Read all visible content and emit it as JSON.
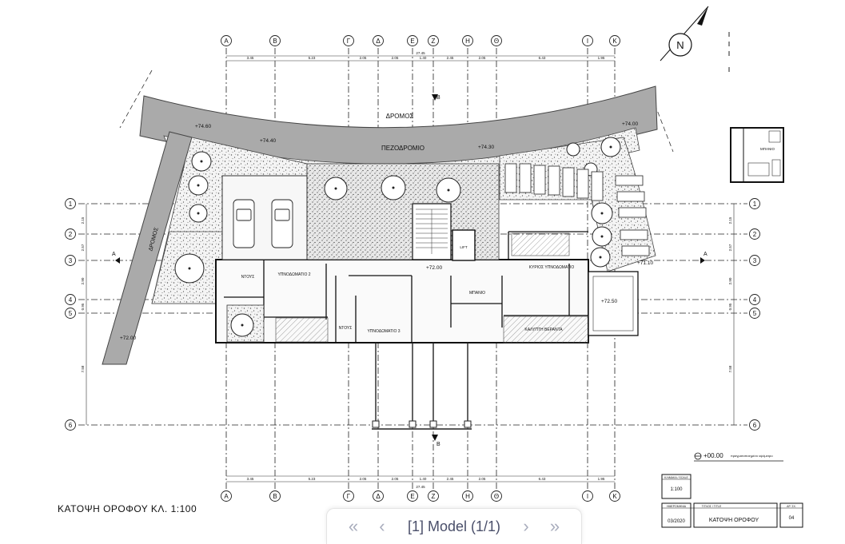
{
  "drawing": {
    "floor_title": "ΚΑΤΟΨΗ  ΟΡΟΦΟΥ ΚΛ. 1:100",
    "north_label": "N",
    "columns": [
      "A",
      "B",
      "Γ",
      "Δ",
      "E",
      "Z",
      "H",
      "Θ",
      "I",
      "K"
    ],
    "rows": [
      "1",
      "2",
      "3",
      "4",
      "5",
      "6"
    ],
    "column_spacing_labels": [
      "3.45",
      "5.23",
      "2.05",
      "2.05",
      "1.40",
      "2.45",
      "2.05",
      "6.43",
      "1.95"
    ],
    "overall_width_label": "27.45",
    "row_spacing_labels": [
      "2.15",
      "2.57",
      "2.90",
      "0.95",
      "7.58"
    ],
    "street_label": "ΔΡΟΜΟΣ",
    "side_street_label": "ΔΡΟΜΟΣ",
    "sidewalk_label": "ΠΕΖΟΔΡΟΜΙΟ",
    "section_marker": "B",
    "section_marker_side": "A",
    "levels": [
      "+74.60",
      "+74.40",
      "+74.30",
      "+74.00",
      "+71.10",
      "+72.00",
      "+72.50",
      "+72.00"
    ],
    "rooms": {
      "bedroom2": "ΥΠΝΟΔΩΜΑΤΙΟ 2",
      "bedroom3": "ΥΠΝΟΔΩΜΑΤΙΟ 3",
      "master": "ΚΥΡΙΟΣ ΥΠΝΟΔΩΜΑΤΙΟ",
      "shower": "ΝΤΟΥΣ",
      "bath": "ΜΠΑΝΙΟ",
      "lift": "LIFT",
      "balcony": "ΚΑΛΥΠΤΗ ΒΕΡΑΝΤΑ"
    }
  },
  "legend": {
    "level_value": "+00.00",
    "level_note": "πραγματοποιημένο υψόμετρο"
  },
  "title_block": {
    "scale_header": "ΚΛΙΜΑΚΑ / SCALE",
    "scale": "1:100",
    "date_header": "ΗΜΕΡΟΜΗΝΙΑ",
    "date": "03/2020",
    "title_header": "ΤΙΤΛΟΣ / TITLE",
    "title": "ΚΑΤΟΨΗ ΟΡΟΦΟΥ",
    "sheet_header": "ΑΡ. ΣΧ.",
    "sheet": "04"
  },
  "inset": {
    "bathroom_label": "ΜΠΑΝΙΟ"
  },
  "pager": {
    "first_icon": "double-chevron-left-icon",
    "prev_icon": "chevron-left-icon",
    "label": "[1] Model (1/1)",
    "next_icon": "chevron-right-icon",
    "last_icon": "double-chevron-right-icon"
  }
}
